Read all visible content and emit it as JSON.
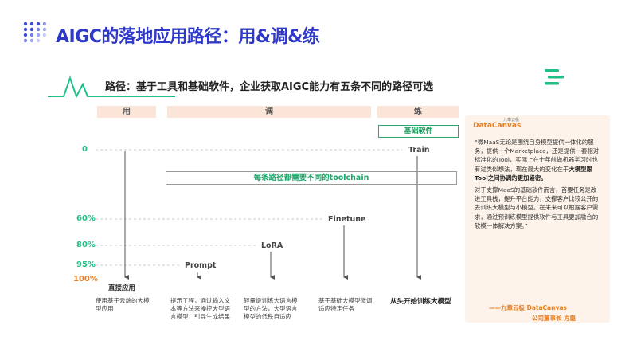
{
  "header": {
    "title": "AIGC的落地应用路径：用&调&练",
    "subtitle": "路径：基于工具和基础软件，企业获取AIGC能力有五条不同的路径可选"
  },
  "columns": [
    "用",
    "调",
    "练"
  ],
  "jichu_label": "基础软件",
  "toolchain_label": "每条路径都需要不同的toolchain",
  "percentages": [
    "0",
    "60%",
    "80%",
    "95%",
    "100%"
  ],
  "stages": {
    "train": "Train",
    "finetune": "Finetune",
    "lora": "LoRA",
    "prompt": "Prompt"
  },
  "paths": [
    {
      "label": "直接应用",
      "desc": "使用基于云端的大模型应用"
    },
    {
      "label": "",
      "desc": "提示工程，通过输入文本等方法来操控大型语言模型，引导生成结果"
    },
    {
      "label": "",
      "desc": "轻量级训练大语言模型的方法，大型语言模型的低秩自适应"
    },
    {
      "label": "",
      "desc": "基于基础大模型微调适应特定任务"
    },
    {
      "label": "从头开始训练大模型",
      "desc": ""
    }
  ],
  "quote": {
    "logo": "DataCanvas",
    "logo_sup": "九章云极",
    "p1_a": "“微MaaS无论是围绕自身模型提供一体化的服务，提供一个Marketplace，还是提供一套相对标准化的Tool，实际上在十年前做机器学习时也有过类似想法，现在最大的变化在于",
    "p1_b": "大模型跟Tool之间协调的更加紧密。",
    "p2": "对于支撑MaaS的基础软件而言，首要任务是改进工具栈，提升平台能力，支撑客户比较公开的去训练大模型与小模型。在未来可以根据客户需求，通过预训练模型提供软件与工具更加融合的软模一体解决方案。”",
    "sign1": "——九章云极 DataCanvas",
    "sign2": "公司董事长 方磊"
  },
  "colors": {
    "title": "#2f39c8",
    "accent_green": "#1fbf85",
    "header_bg": "#fbe4d8",
    "quote_bg": "#fdf3ea",
    "quote_accent": "#e67e22",
    "percent_100": "#e67e22"
  }
}
